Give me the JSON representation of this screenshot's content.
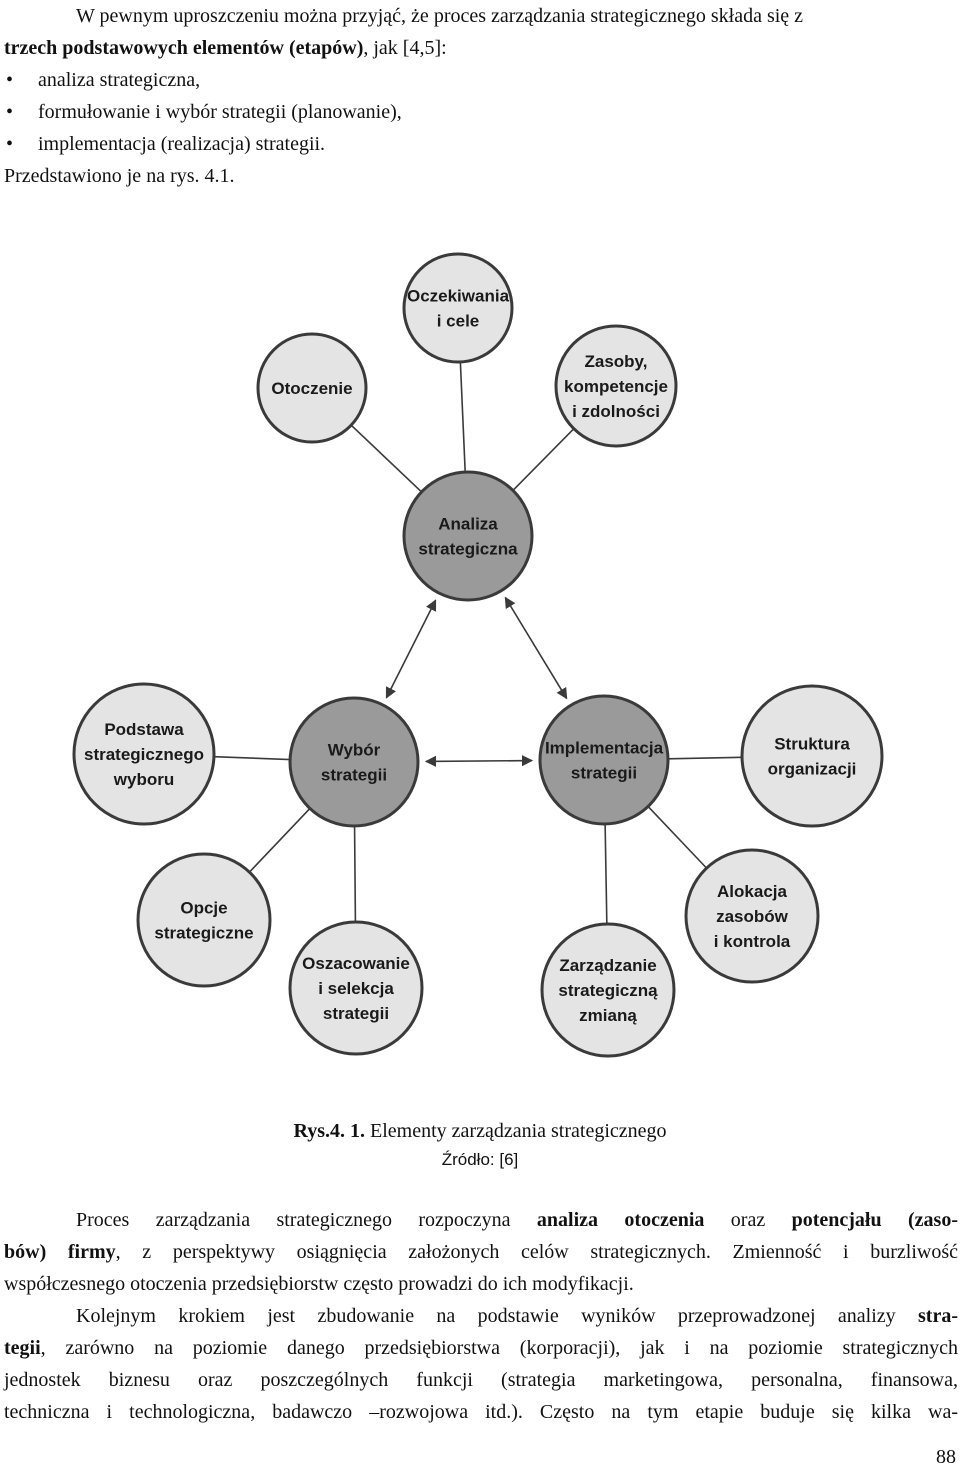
{
  "intro": {
    "line1": "W pewnym uproszczeniu można przyjąć, że proces zarządzania strategicznego składa się z",
    "line2_bold": "trzech podstawowych elementów (etapów)",
    "line2_rest": ", jak [4,5]:"
  },
  "bullets": [
    "analiza strategiczna,",
    "formułowanie i wybór strategii (planowanie),",
    "implementacja (realizacja) strategii."
  ],
  "after_list": "Przedstawiono je na rys. 4.1.",
  "diagram": {
    "nodes": [
      {
        "id": "analiza",
        "lines": [
          "Analiza",
          "strategiczna"
        ],
        "dark": true
      },
      {
        "id": "wybor",
        "lines": [
          "Wybór",
          "strategii"
        ],
        "dark": true
      },
      {
        "id": "implementacja",
        "lines": [
          "Implementacja",
          "strategii"
        ],
        "dark": true
      },
      {
        "id": "oczekiwania",
        "lines": [
          "Oczekiwania",
          "i cele"
        ],
        "dark": false
      },
      {
        "id": "otoczenie",
        "lines": [
          "Otoczenie"
        ],
        "dark": false
      },
      {
        "id": "zasoby",
        "lines": [
          "Zasoby,",
          "kompetencje",
          "i zdolności"
        ],
        "dark": false
      },
      {
        "id": "podstawa",
        "lines": [
          "Podstawa",
          "strategicznego",
          "wyboru"
        ],
        "dark": false
      },
      {
        "id": "opcje",
        "lines": [
          "Opcje",
          "strategiczne"
        ],
        "dark": false
      },
      {
        "id": "oszacowanie",
        "lines": [
          "Oszacowanie",
          "i selekcja",
          "strategii"
        ],
        "dark": false
      },
      {
        "id": "struktura",
        "lines": [
          "Struktura",
          "organizacji"
        ],
        "dark": false
      },
      {
        "id": "alokacja",
        "lines": [
          "Alokacja",
          "zasobów",
          "i kontrola"
        ],
        "dark": false
      },
      {
        "id": "zarzadzanie",
        "lines": [
          "Zarządzanie",
          "strategiczną",
          "zmianą"
        ],
        "dark": false
      }
    ],
    "colors": {
      "dark_fill": "#9a9a9a",
      "light_fill": "#e4e4e4",
      "stroke": "#3a3a3a"
    }
  },
  "caption": {
    "label": "Rys.4. 1.",
    "title": "Elementy zarządzania strategicznego",
    "source": "Źródło: [6]"
  },
  "para1": {
    "l1a": "Proces zarządzania strategicznego rozpoczyna ",
    "l1b": "analiza otoczenia",
    "l1c": " oraz ",
    "l1d": "potencjału (zaso-",
    "l2a": "bów) firmy",
    "l2b": ", z perspektywy osiągnięcia założonych celów strategicznych. Zmienność i burzliwość",
    "l3": "współczesnego otoczenia przedsiębiorstw często prowadzi do ich modyfikacji."
  },
  "para2": {
    "l1a": "Kolejnym krokiem jest zbudowanie na podstawie wyników przeprowadzonej analizy ",
    "l1b": "stra-",
    "l2a": "tegii",
    "l2b": ", zarówno na poziomie danego przedsiębiorstwa (korporacji), jak i na poziomie strategicznych",
    "l3": "jednostek biznesu oraz poszczególnych funkcji (strategia marketingowa, personalna, finansowa,",
    "l4": "techniczna i technologiczna, badawczo –rozwojowa itd.). Często na tym etapie buduje się kilka wa-"
  },
  "page_number": "88"
}
